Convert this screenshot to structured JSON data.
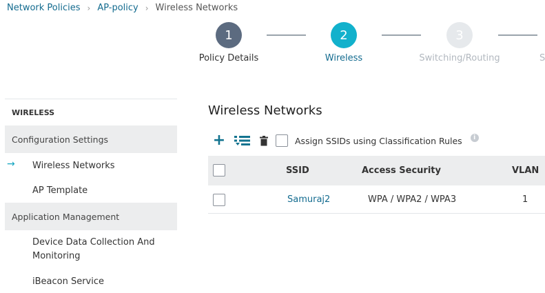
{
  "breadcrumb": {
    "items": [
      "Network Policies",
      "AP-policy"
    ],
    "current": "Wireless Networks"
  },
  "stepper": {
    "steps": [
      {
        "number": "1",
        "label": "Policy Details"
      },
      {
        "number": "2",
        "label": "Wireless"
      },
      {
        "number": "3",
        "label": "Switching/Routing"
      },
      {
        "label": "S"
      }
    ]
  },
  "sidebar": {
    "heading": "WIRELESS",
    "sections": [
      {
        "title": "Configuration Settings",
        "items": [
          "Wireless Networks",
          "AP Template"
        ]
      },
      {
        "title": "Application Management",
        "items": [
          "Device Data Collection And Monitoring",
          "iBeacon Service"
        ]
      }
    ],
    "active_item": "Wireless Networks"
  },
  "main": {
    "title": "Wireless Networks",
    "toolbar": {
      "assign_label": "Assign SSIDs using Classification Rules"
    }
  },
  "table": {
    "columns": [
      "SSID",
      "Access Security",
      "VLAN"
    ],
    "rows": [
      {
        "ssid": "Samuraj2",
        "security": "WPA / WPA2 / WPA3",
        "vlan": "1"
      }
    ]
  },
  "colors": {
    "accent": "#12b1cc",
    "link": "#136b8f",
    "step_done": "#5c6b80",
    "step_pending": "#e6e9ec"
  }
}
